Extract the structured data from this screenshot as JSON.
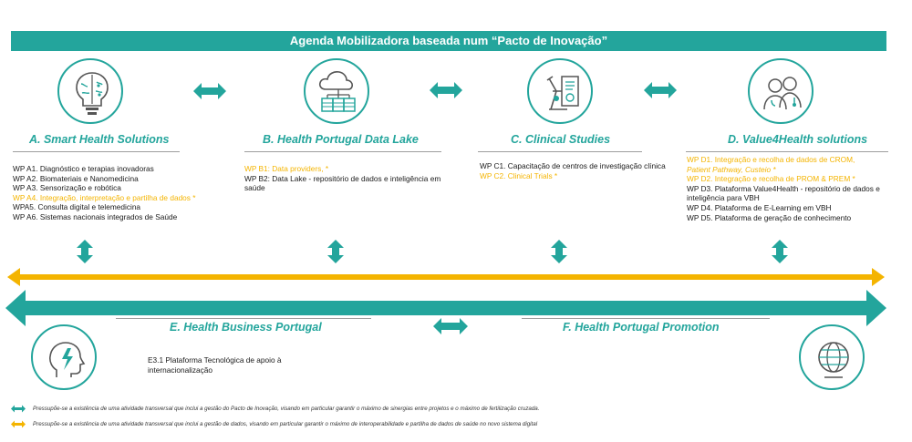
{
  "banner_title": "Agenda Mobilizadora baseada num “Pacto de Inovação”",
  "colors": {
    "teal": "#23a59c",
    "orange": "#f4b400",
    "grey_line": "#9e9e9e"
  },
  "columns": [
    {
      "icon": "brain-lightbulb-icon",
      "title": "A. Smart Health Solutions",
      "items": [
        {
          "text": "WP A1. Diagnóstico e terapias inovadoras",
          "highlight": false
        },
        {
          "text": "WP A2. Biomateriais e Nanomedicina",
          "highlight": false
        },
        {
          "text": "WP A3. Sensorização e robótica",
          "highlight": false
        },
        {
          "text": "WP A4. Integração, interpretação e partilha de dados *",
          "highlight": true
        },
        {
          "text": "WPA5. Consulta digital e telemedicina",
          "highlight": false
        },
        {
          "text": "WP A6. Sistemas nacionais integrados de Saúde",
          "highlight": false
        }
      ]
    },
    {
      "icon": "cloud-database-icon",
      "title": "B. Health Portugal Data Lake",
      "items": [
        {
          "text": "WP B1: Data providers, *",
          "highlight": true
        },
        {
          "text": "WP B2: Data Lake - repositório de dados e inteligência em saúde",
          "highlight": false
        }
      ]
    },
    {
      "icon": "microscope-chart-icon",
      "title": "C. Clinical Studies",
      "items": [
        {
          "text": "WP C1. Capacitação de centros de investigação clínica",
          "highlight": false
        },
        {
          "text": "WP C2. Clinical Trials *",
          "highlight": true
        }
      ]
    },
    {
      "icon": "health-professionals-icon",
      "title": "D. Value4Health solutions",
      "items": [
        {
          "text": "WP D1. Integração e recolha de dados de CROM,",
          "highlight": true
        },
        {
          "text": "Patient Pathway, Custeio *",
          "highlight": true
        },
        {
          "text": "WP D2. Integração e recolha de PROM & PREM *",
          "highlight": true
        },
        {
          "text": "WP D3. Plataforma Value4Health - repositório de dados e inteligência para VBH",
          "highlight": false
        },
        {
          "text": "WP D4. Plataforma de E-Learning em VBH",
          "highlight": false
        },
        {
          "text": "WP D5. Plataforma de geração de conhecimento",
          "highlight": false
        }
      ]
    }
  ],
  "bottom": {
    "left_title": "E. Health Business Portugal",
    "left_item": "E3.1 Plataforma Tecnológica de apoio à internacionalização",
    "left_icon": "head-lightning-icon",
    "right_title": "F. Health Portugal Promotion",
    "right_icon": "globe-icon"
  },
  "legend": [
    {
      "color": "#23a59c",
      "text": "Pressupõe-se a existência de uma atividade transversal que inclui a gestão do Pacto de Inovação, visando em particular garantir o máximo de sinergias entre projetos e o máximo de fertilização cruzada."
    },
    {
      "color": "#f4b400",
      "text": "Pressupõe-se a existência de uma atividade transversal que inclui a gestão de dados, visando em particular garantir o máximo de interoperabilidade e partilha de dados de saúde no novo sistema digital"
    }
  ]
}
